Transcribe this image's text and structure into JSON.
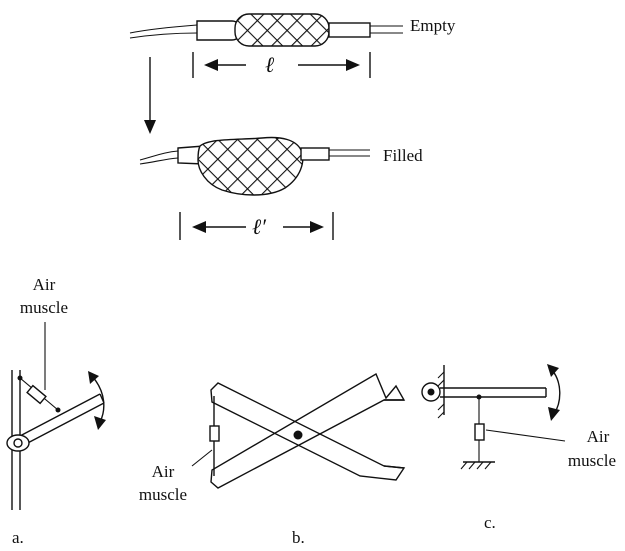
{
  "top": {
    "empty_label": "Empty",
    "filled_label": "Filled",
    "length_label": "ℓ",
    "length_prime_label": "ℓ′"
  },
  "bottom": {
    "a": {
      "caption": "a.",
      "muscle_line1": "Air",
      "muscle_line2": "muscle"
    },
    "b": {
      "caption": "b.",
      "muscle_line1": "Air",
      "muscle_line2": "muscle"
    },
    "c": {
      "caption": "c.",
      "muscle_line1": "Air",
      "muscle_line2": "muscle"
    }
  }
}
